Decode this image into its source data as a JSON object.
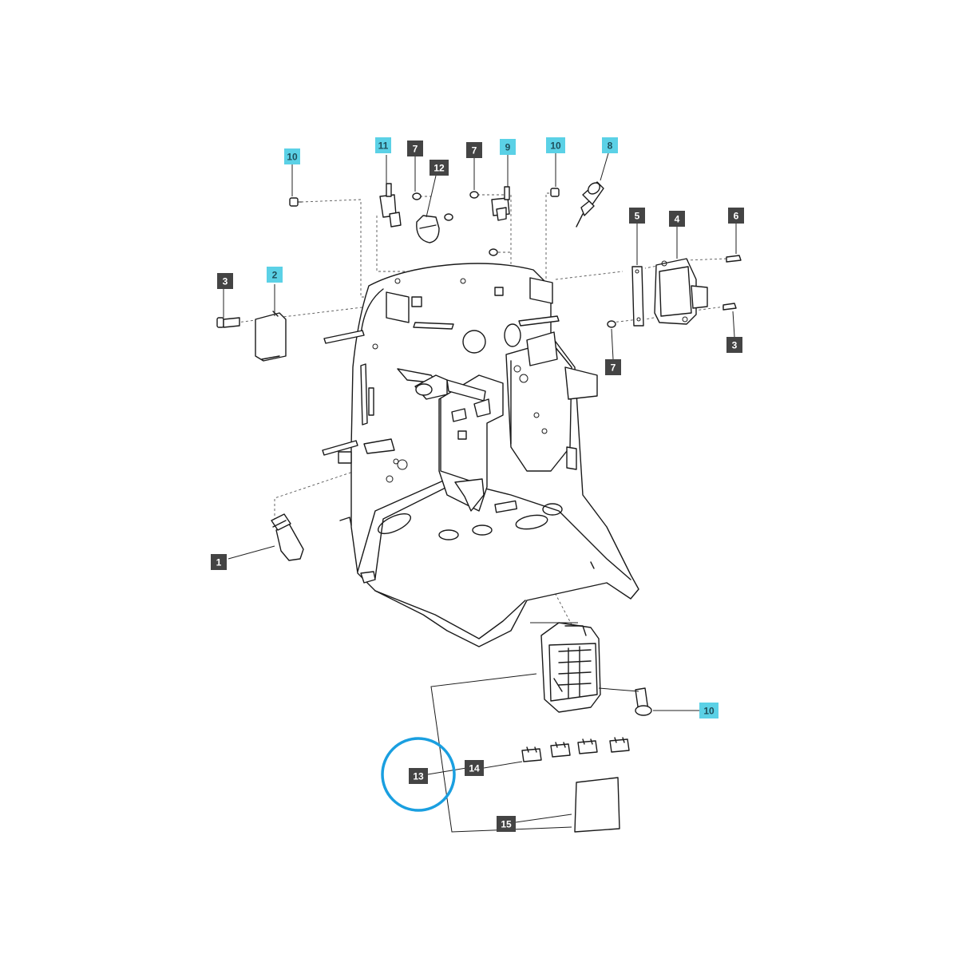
{
  "diagram": {
    "colors": {
      "callout_dark": "#444444",
      "callout_highlight": "#5bd1e6",
      "callout_text_dark": "#ffffff",
      "callout_text_highlight": "#1f4e5a",
      "selection_circle": "#1a9fe0"
    },
    "callouts": [
      {
        "id": "c10a",
        "label": "10",
        "highlight": true
      },
      {
        "id": "c11",
        "label": "11",
        "highlight": true
      },
      {
        "id": "c7a",
        "label": "7",
        "highlight": false
      },
      {
        "id": "c12",
        "label": "12",
        "highlight": false
      },
      {
        "id": "c7b",
        "label": "7",
        "highlight": false
      },
      {
        "id": "c9",
        "label": "9",
        "highlight": true
      },
      {
        "id": "c10b",
        "label": "10",
        "highlight": true
      },
      {
        "id": "c8",
        "label": "8",
        "highlight": true
      },
      {
        "id": "c5",
        "label": "5",
        "highlight": false
      },
      {
        "id": "c4",
        "label": "4",
        "highlight": false
      },
      {
        "id": "c6",
        "label": "6",
        "highlight": false
      },
      {
        "id": "c3a",
        "label": "3",
        "highlight": false
      },
      {
        "id": "c2",
        "label": "2",
        "highlight": true
      },
      {
        "id": "c3b",
        "label": "3",
        "highlight": false
      },
      {
        "id": "c7c",
        "label": "7",
        "highlight": false
      },
      {
        "id": "c1",
        "label": "1",
        "highlight": false
      },
      {
        "id": "c10c",
        "label": "10",
        "highlight": true
      },
      {
        "id": "c14",
        "label": "14",
        "highlight": false
      },
      {
        "id": "c13",
        "label": "13",
        "highlight": false
      },
      {
        "id": "c15",
        "label": "15",
        "highlight": false
      }
    ],
    "selected_callout": "c13"
  }
}
